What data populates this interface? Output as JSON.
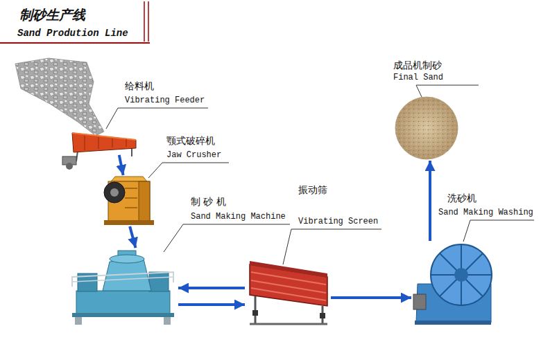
{
  "diagram": {
    "title": "制砂生产线",
    "nodes": [
      {
        "text": [
          "给料机",
          "Vibrating Feeder"
        ]
      },
      {
        "text": [
          "颚式破碎机",
          "Jaw Crusher"
        ]
      },
      {
        "text": [
          "制 砂 机",
          "Sand Making Machine"
        ]
      },
      {
        "text": [
          "振动筛",
          "Vibrating Screen"
        ]
      },
      {
        "text": [
          "洗砂机",
          "Sand Making Washing"
        ]
      },
      {
        "text": [
          "成品机制砂",
          "Final Sand"
        ]
      }
    ],
    "edges": [
      {
        "from": 0,
        "to": 1,
        "arrow": "to"
      },
      {
        "from": 1,
        "to": 2,
        "arrow": "to"
      },
      {
        "from": 2,
        "to": 3,
        "arrow": "to"
      },
      {
        "from": 3,
        "to": 2,
        "arrow": "to"
      },
      {
        "from": 3,
        "to": 4,
        "arrow": "to"
      },
      {
        "from": 4,
        "to": 5,
        "arrow": "to"
      }
    ],
    "labels": [
      "Sand Prodution Line"
    ]
  }
}
